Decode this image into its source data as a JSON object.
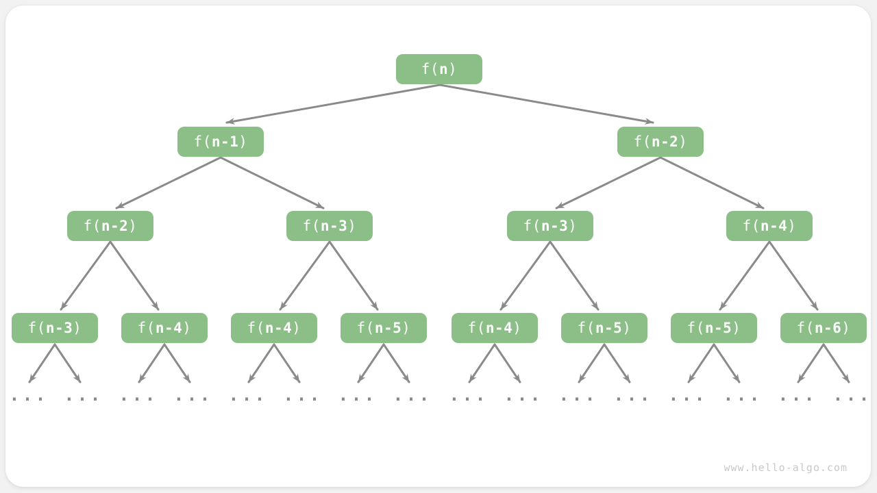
{
  "diagram": {
    "watermark": "www.hello-algo.com",
    "ellipsis": "...",
    "colors": {
      "card_background": "#ffffff",
      "node_fill": "#8cbe88",
      "node_text": "#ffffff",
      "arrow": "#8a8a8a",
      "ellipsis_dots": "#8a8a8a",
      "watermark_text": "#c8c8c8"
    },
    "tree": {
      "levels": [
        {
          "nodes": [
            {
              "prefix": "f(",
              "arg": "n",
              "suffix": ")"
            }
          ]
        },
        {
          "nodes": [
            {
              "prefix": "f(",
              "arg": "n-1",
              "suffix": ")"
            },
            {
              "prefix": "f(",
              "arg": "n-2",
              "suffix": ")"
            }
          ]
        },
        {
          "nodes": [
            {
              "prefix": "f(",
              "arg": "n-2",
              "suffix": ")"
            },
            {
              "prefix": "f(",
              "arg": "n-3",
              "suffix": ")"
            },
            {
              "prefix": "f(",
              "arg": "n-3",
              "suffix": ")"
            },
            {
              "prefix": "f(",
              "arg": "n-4",
              "suffix": ")"
            }
          ]
        },
        {
          "nodes": [
            {
              "prefix": "f(",
              "arg": "n-3",
              "suffix": ")"
            },
            {
              "prefix": "f(",
              "arg": "n-4",
              "suffix": ")"
            },
            {
              "prefix": "f(",
              "arg": "n-4",
              "suffix": ")"
            },
            {
              "prefix": "f(",
              "arg": "n-5",
              "suffix": ")"
            },
            {
              "prefix": "f(",
              "arg": "n-4",
              "suffix": ")"
            },
            {
              "prefix": "f(",
              "arg": "n-5",
              "suffix": ")"
            },
            {
              "prefix": "f(",
              "arg": "n-5",
              "suffix": ")"
            },
            {
              "prefix": "f(",
              "arg": "n-6",
              "suffix": ")"
            }
          ]
        }
      ]
    }
  }
}
